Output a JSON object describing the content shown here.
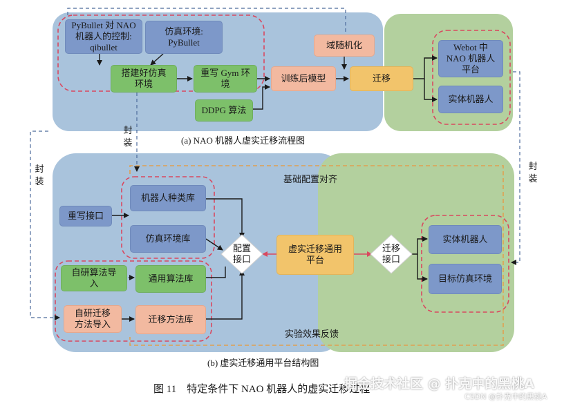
{
  "diagram_a": {
    "caption": "(a) NAO 机器人虚实迁移流程图",
    "nodes": {
      "pybullet_control": "PyBullet 对 NAO\n机器人的控制:\nqibullet",
      "sim_env": "仿真环境:\nPyBullet",
      "build_env": "搭建好仿真\n环境",
      "rewrite_gym": "重写 Gym 环\n境",
      "ddpg": "DDPG 算法",
      "trained_model": "训练后模型",
      "domain_rand": "域随机化",
      "transfer": "迁移",
      "webot_platform": "Webot 中\nNAO 机器人\n平台",
      "physical_robot": "实体机器人"
    }
  },
  "diagram_b": {
    "caption": "(b) 虚实迁移通用平台结构图",
    "nodes": {
      "robot_lib": "机器人种类库",
      "sim_env_lib": "仿真环境库",
      "rewrite_interface": "重写接口",
      "own_algo_import": "自研算法导\n入",
      "general_algo_lib": "通用算法库",
      "own_transfer_import": "自研迁移\n方法导入",
      "transfer_method_lib": "迁移方法库",
      "config_interface": "配置\n接口",
      "platform": "虚实迁移通用\n平台",
      "transfer_interface": "迁移\n接口",
      "physical_robot": "实体机器人",
      "target_sim_env": "目标仿真环境"
    },
    "labels": {
      "basic_config": "基础配置对齐",
      "feedback": "实验效果反馈"
    }
  },
  "side_labels": {
    "encap_left": "封\n装",
    "encap_middle": "封\n装",
    "encap_right": "封\n装"
  },
  "figure_caption": "图 11　特定条件下 NAO 机器人的虚实迁移过程",
  "watermark": {
    "main": "掘金技术社区 @ 扑克中的黑桃A",
    "sub": "CSDN @扑克中的黑桃A"
  },
  "colors": {
    "blue_region": "#a9c3dc",
    "green_region": "#b3d09e",
    "blue_node": "#7d98c9",
    "green_node": "#7dc06a",
    "orange_node": "#f2c46b",
    "peach_node": "#f2b9a0",
    "dashed_red": "#d9485f",
    "dashed_blue": "#4c6a9b",
    "dashed_orange": "#e0a050"
  }
}
